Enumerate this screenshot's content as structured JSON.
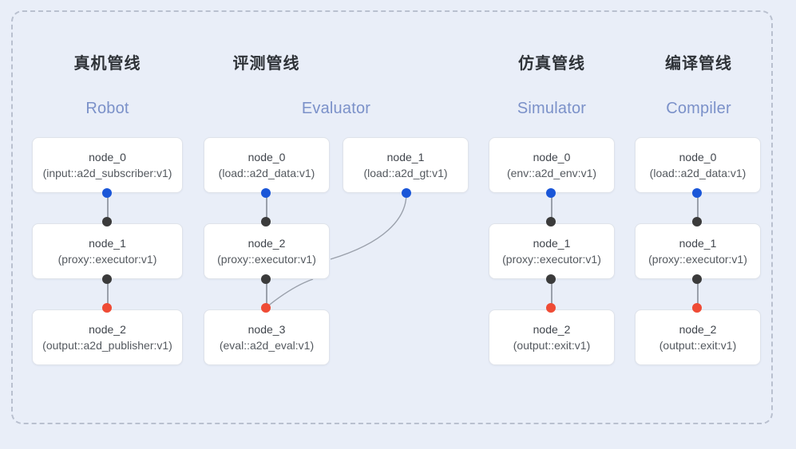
{
  "diagram": {
    "title_visible": false,
    "background_color": "#e9eef8",
    "frame_border_color": "#b9c0cf",
    "node_fill": "#ffffff",
    "node_border": "#dfe3ea",
    "port_colors": {
      "input": "#1a56d8",
      "link": "#3b3b3b",
      "output": "#ef4b35"
    },
    "edge_color": "#9aa0ab"
  },
  "columns": [
    {
      "cn_title": "真机管线",
      "en_title": "Robot",
      "nodes": [
        {
          "name": "node_0",
          "type": "(input::a2d_subscriber:v1)"
        },
        {
          "name": "node_1",
          "type": "(proxy::executor:v1)"
        },
        {
          "name": "node_2",
          "type": "(output::a2d_publisher:v1)"
        }
      ]
    },
    {
      "cn_title": "评测管线",
      "en_title": "Evaluator",
      "nodes": [
        {
          "name": "node_0",
          "type": "(load::a2d_data:v1)"
        },
        {
          "name": "node_1",
          "type": "(load::a2d_gt:v1)"
        },
        {
          "name": "node_2",
          "type": "(proxy::executor:v1)"
        },
        {
          "name": "node_3",
          "type": "(eval::a2d_eval:v1)"
        }
      ]
    },
    {
      "cn_title": "仿真管线",
      "en_title": "Simulator",
      "nodes": [
        {
          "name": "node_0",
          "type": "(env::a2d_env:v1)"
        },
        {
          "name": "node_1",
          "type": "(proxy::executor:v1)"
        },
        {
          "name": "node_2",
          "type": "(output::exit:v1)"
        }
      ]
    },
    {
      "cn_title": "编译管线",
      "en_title": "Compiler",
      "nodes": [
        {
          "name": "node_0",
          "type": "(load::a2d_data:v1)"
        },
        {
          "name": "node_1",
          "type": "(proxy::executor:v1)"
        },
        {
          "name": "node_2",
          "type": "(output::exit:v1)"
        }
      ]
    }
  ]
}
